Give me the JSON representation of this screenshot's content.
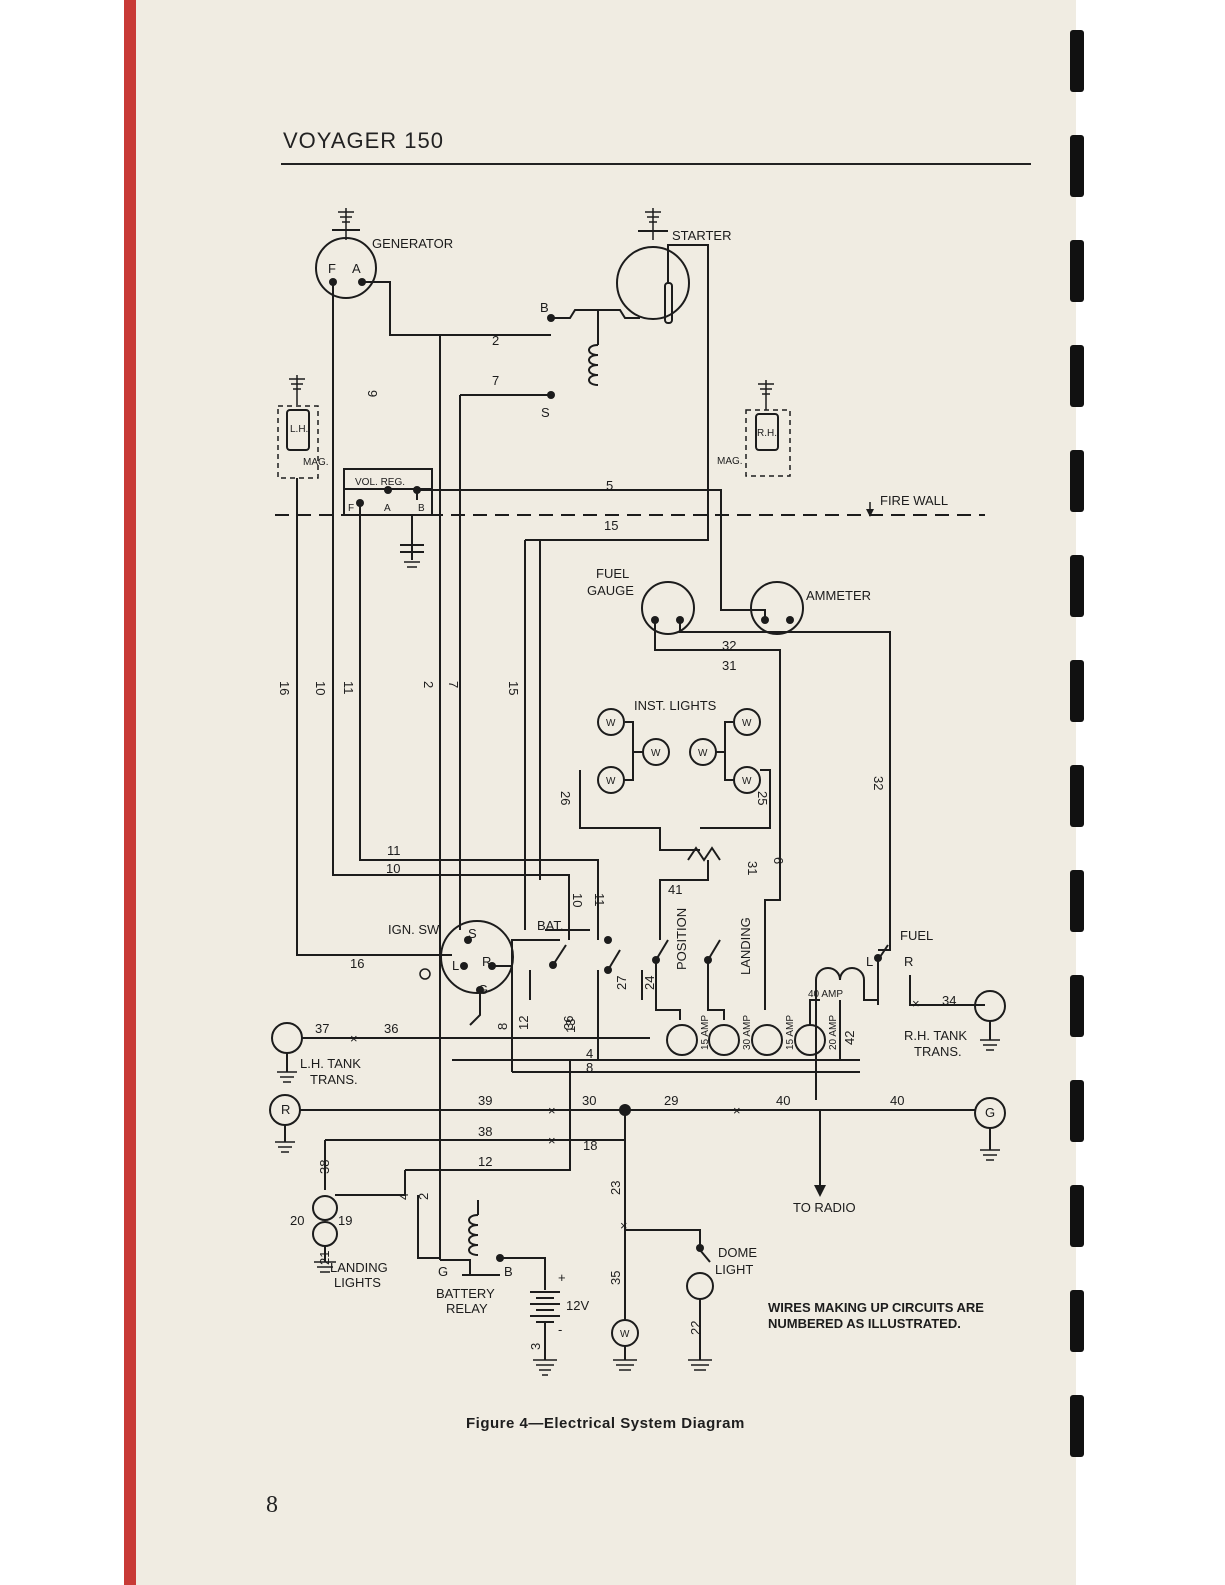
{
  "header": {
    "title": "VOYAGER 150"
  },
  "page_number": "8",
  "caption": "Figure 4—Electrical System Diagram",
  "note": "WIRES MAKING UP CIRCUITS ARE NUMBERED AS ILLUSTRATED.",
  "components": {
    "generator": "GENERATOR",
    "gen_f": "F",
    "gen_a": "A",
    "starter": "STARTER",
    "b": "B",
    "s": "S",
    "lh_mag_top": "L.H.",
    "lh_mag_bottom": "MAG.",
    "rh_mag_top": "R.H.",
    "rh_mag_bottom": "MAG.",
    "vol_reg": "VOL. REG.",
    "reg_f": "F",
    "reg_a": "A",
    "reg_b": "B",
    "fire_wall": "FIRE WALL",
    "fuel_gauge_1": "FUEL",
    "fuel_gauge_2": "GAUGE",
    "ammeter": "AMMETER",
    "inst_lights": "INST. LIGHTS",
    "w": "W",
    "ign_sw": "IGN. SW.",
    "ign_s": "S",
    "ign_l": "L",
    "ign_r": "R",
    "ign_g": "G",
    "bat": "BAT.",
    "position": "POSITION",
    "landing": "LANDING",
    "fuel_sw": "FUEL",
    "fuel_l": "L",
    "fuel_r": "R",
    "amp40": "40 AMP",
    "amp15a": "15 AMP",
    "amp30": "30 AMP",
    "amp15b": "15 AMP",
    "amp20": "20 AMP",
    "lh_tank_1": "L.H. TANK",
    "lh_tank_2": "TRANS.",
    "rh_tank_1": "R.H. TANK",
    "rh_tank_2": "TRANS.",
    "r_circle": "R",
    "g_circle": "G",
    "to_radio": "TO RADIO",
    "dome_1": "DOME",
    "dome_2": "LIGHT",
    "landing_lights_1": "LANDING",
    "landing_lights_2": "LIGHTS",
    "battery_relay_1": "BATTERY",
    "battery_relay_2": "RELAY",
    "relay_g": "G",
    "relay_b": "B",
    "volt": "12V",
    "plus": "+",
    "minus": "-"
  },
  "wires": {
    "n2": "2",
    "n7": "7",
    "n9": "9",
    "n5": "5",
    "n15": "15",
    "n16": "16",
    "n10": "10",
    "n11": "11",
    "n2v": "2",
    "n7v": "7",
    "n15v": "15",
    "n32": "32",
    "n31": "31",
    "n26": "26",
    "n25": "25",
    "n32v": "32",
    "n31v": "31",
    "n6": "6",
    "n11h": "11",
    "n10h": "10",
    "n41": "41",
    "n10v": "10",
    "n11v": "11",
    "n16h": "16",
    "n13": "13",
    "n27": "27",
    "n24": "24",
    "n34": "34",
    "n37": "37",
    "n36": "36",
    "n8": "8",
    "n12": "12",
    "n36v": "36",
    "n4": "4",
    "n8h": "8",
    "n42": "42",
    "n39": "39",
    "n30": "30",
    "n29": "29",
    "n40a": "40",
    "n40b": "40",
    "n38": "38",
    "n18": "18",
    "n12h": "12",
    "n23": "23",
    "n38v": "38",
    "n20": "20",
    "n19": "19",
    "n21": "21",
    "n4v": "4",
    "n2b": "2",
    "n35": "35",
    "n22": "22",
    "n3": "3"
  }
}
